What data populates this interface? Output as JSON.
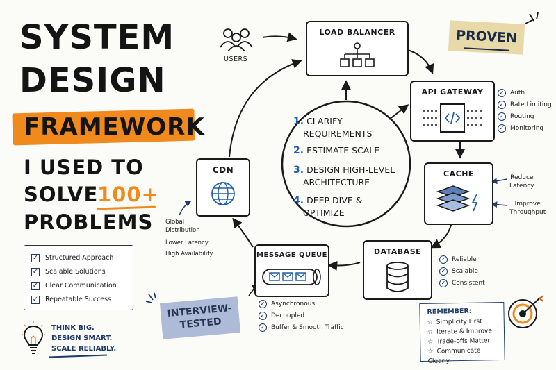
{
  "title": {
    "line1": "SYSTEM",
    "line2": "DESIGN",
    "line3": "FRAMEWORK",
    "line4": "I USED TO",
    "line5a": "SOLVE",
    "line5b": "100+",
    "line6": "PROBLEMS"
  },
  "checklist": [
    "Structured Approach",
    "Scalable Solutions",
    "Clear Communication",
    "Repeatable Success"
  ],
  "motto": [
    "THINK BIG.",
    "DESIGN SMART.",
    "SCALE RELIABLY."
  ],
  "stickers": {
    "proven": "PROVEN",
    "interview1": "INTERVIEW-",
    "interview2": "TESTED"
  },
  "nodes": {
    "users": "USERS",
    "load_balancer": "LOAD BALANCER",
    "api_gateway": "API GATEWAY",
    "cache": "CACHE",
    "database": "DATABASE",
    "message_queue": "MESSAGE QUEUE",
    "cdn": "CDN"
  },
  "api_features": [
    "Auth",
    "Rate Limiting",
    "Routing",
    "Monitoring"
  ],
  "cache_notes": {
    "note1a": "Reduce",
    "note1b": "Latency",
    "note2a": "Improve",
    "note2b": "Throughput"
  },
  "db_features": [
    "Reliable",
    "Scalable",
    "Consistent"
  ],
  "mq_features": [
    "Asynchronous",
    "Decoupled",
    "Buffer & Smooth Traffic"
  ],
  "cdn_notes": [
    "Global",
    "Distribution",
    "Lower Latency",
    "High Availability"
  ],
  "center_steps": [
    {
      "n": "1.",
      "l1": "CLARIFY",
      "l2": "REQUIREMENTS"
    },
    {
      "n": "2.",
      "l1": "ESTIMATE SCALE",
      "l2": ""
    },
    {
      "n": "3.",
      "l1": "DESIGN HIGH-LEVEL",
      "l2": "ARCHITECTURE"
    },
    {
      "n": "4.",
      "l1": "DEEP DIVE &",
      "l2": "OPTIMIZE"
    }
  ],
  "remember": {
    "heading": "REMEMBER:",
    "items": [
      "Simplicity First",
      "Iterate & Improve",
      "Trade-offs Matter",
      "Communicate Clearly"
    ]
  },
  "colors": {
    "accent_orange": "#f08a1c",
    "ink_blue": "#1f3a6b",
    "number_blue": "#1f5fae",
    "tape": "#e8d9a8",
    "tape_blue": "#a9b8d8"
  }
}
